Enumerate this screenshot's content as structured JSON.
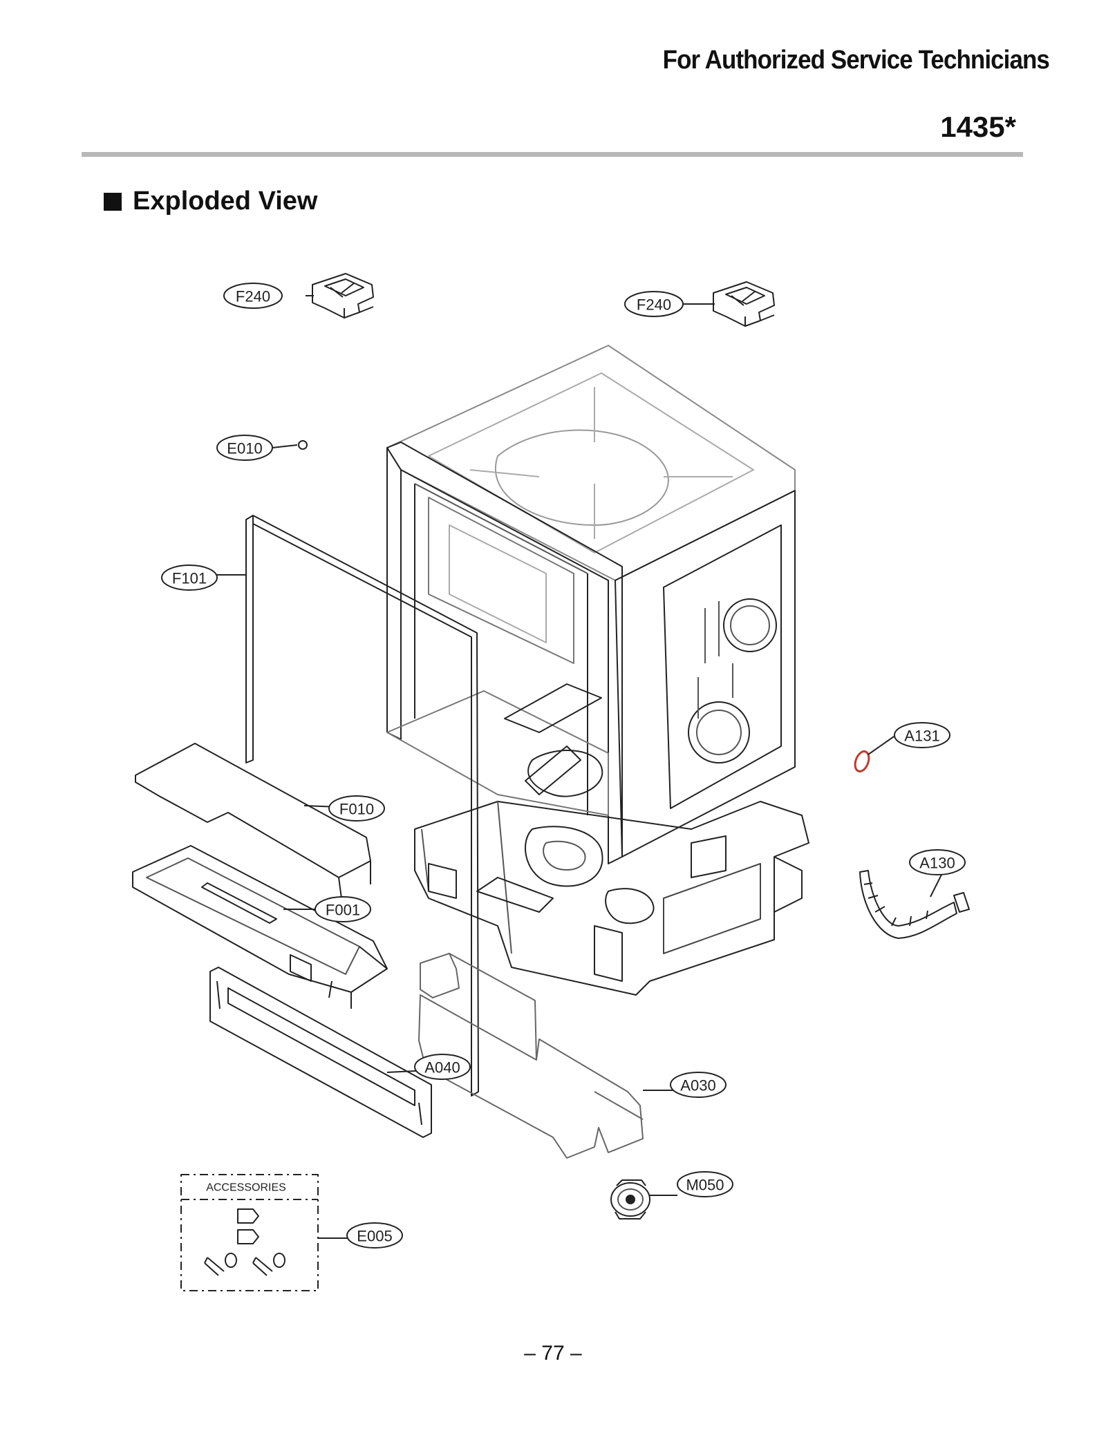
{
  "header": {
    "title": "For Authorized Service Technicians",
    "model": "1435*"
  },
  "section": {
    "title": "Exploded View"
  },
  "callouts": {
    "f240_left": "F240",
    "f240_right": "F240",
    "e010": "E010",
    "f101": "F101",
    "a131": "A131",
    "f010": "F010",
    "a130": "A130",
    "f001": "F001",
    "a040": "A040",
    "a030": "A030",
    "m050": "M050",
    "e005": "E005"
  },
  "accessories": {
    "title": "ACCESSORIES"
  },
  "footer": {
    "page": "– 77 –"
  },
  "colors": {
    "rule": "#b8b8b8",
    "a131_part": "#c0392b"
  }
}
